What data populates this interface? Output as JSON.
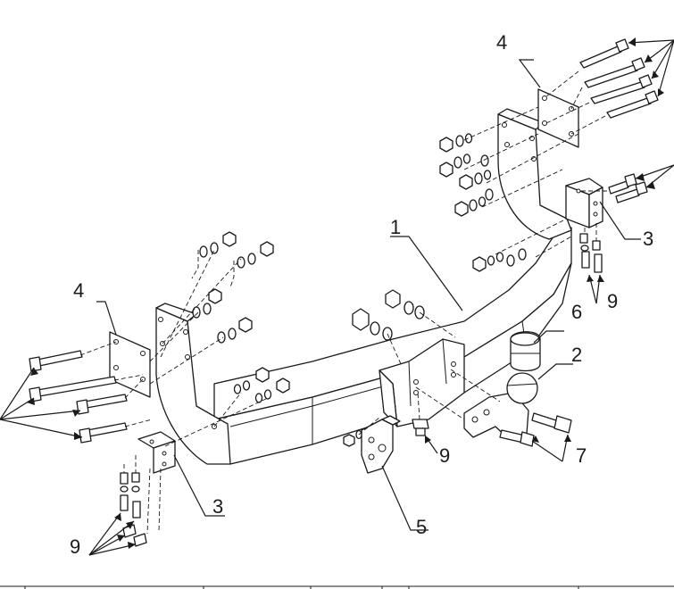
{
  "callouts": [
    {
      "id": "part-1",
      "label": "1"
    },
    {
      "id": "part-2",
      "label": "2"
    },
    {
      "id": "part-3-right",
      "label": "3"
    },
    {
      "id": "part-3-left",
      "label": "3"
    },
    {
      "id": "part-4-right",
      "label": "4"
    },
    {
      "id": "part-4-left",
      "label": "4"
    },
    {
      "id": "part-5",
      "label": "5"
    },
    {
      "id": "part-6",
      "label": "6"
    },
    {
      "id": "part-7",
      "label": "7"
    },
    {
      "id": "part-9-right",
      "label": "9"
    },
    {
      "id": "part-9-center",
      "label": "9"
    },
    {
      "id": "part-9-left",
      "label": "9"
    }
  ]
}
